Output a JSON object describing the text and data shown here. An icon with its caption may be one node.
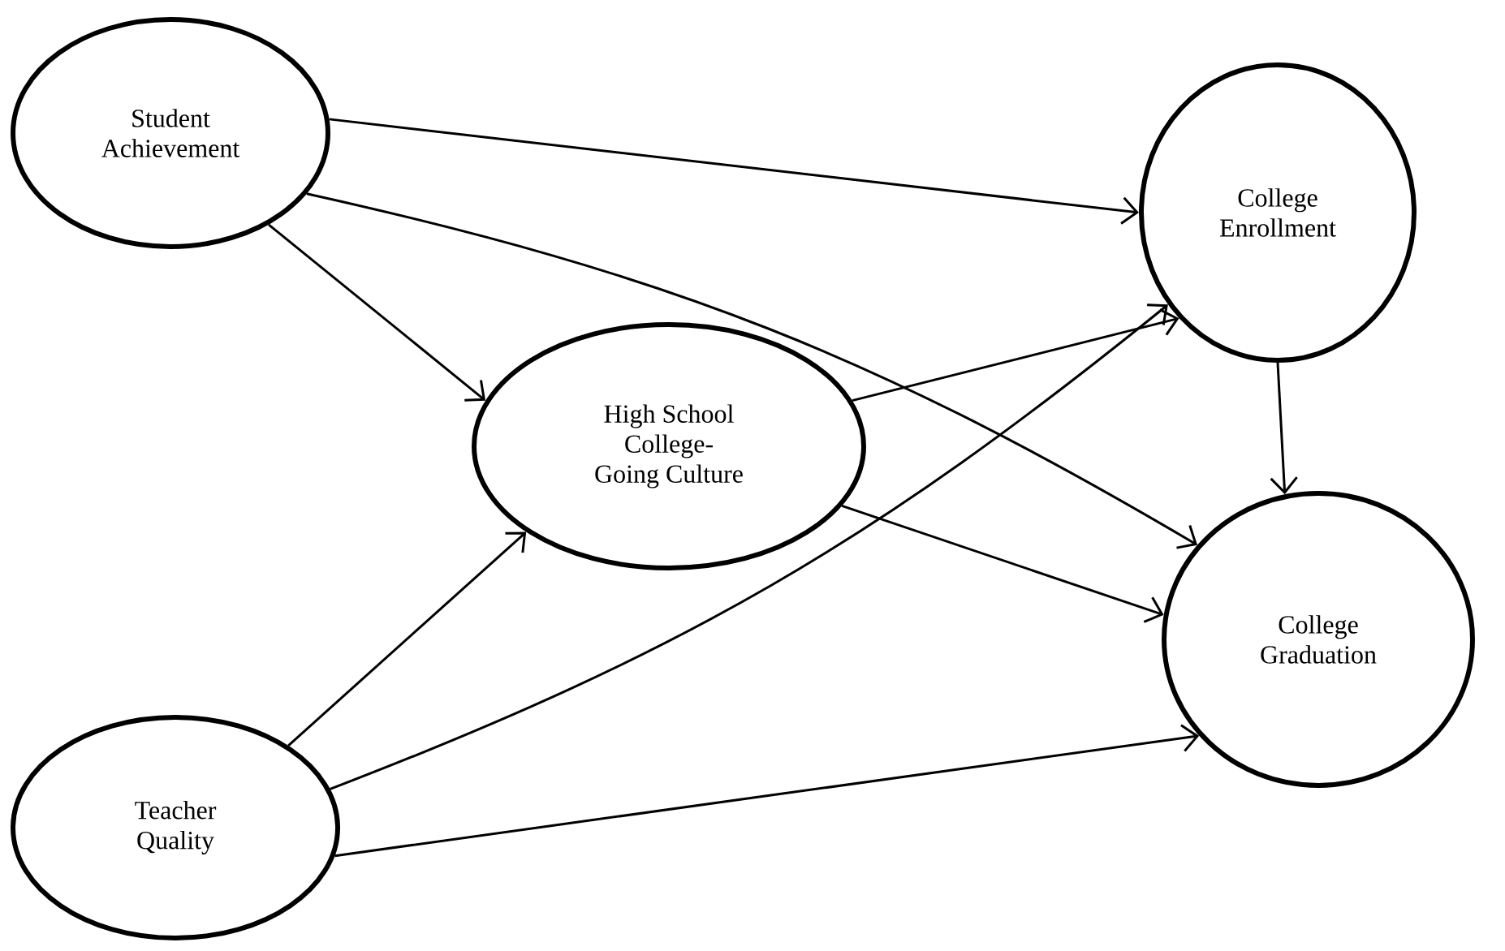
{
  "diagram": {
    "nodes": [
      {
        "text": [
          "Student Achievement"
        ]
      },
      {
        "text": [
          "College Enrollment"
        ]
      },
      {
        "text": [
          "High School College- Going Culture"
        ]
      },
      {
        "text": [
          "College Graduation"
        ]
      },
      {
        "text": [
          "Teacher Quality"
        ]
      }
    ],
    "edges": [
      {
        "from": 0,
        "to": 1,
        "arrow": "to"
      },
      {
        "from": 0,
        "to": 3,
        "arrow": "to"
      },
      {
        "from": 0,
        "to": 2,
        "arrow": "to"
      },
      {
        "from": 2,
        "to": 1,
        "arrow": "to"
      },
      {
        "from": 2,
        "to": 3,
        "arrow": "to"
      },
      {
        "from": 4,
        "to": 2,
        "arrow": "to"
      },
      {
        "from": 4,
        "to": 1,
        "arrow": "to"
      },
      {
        "from": 4,
        "to": 3,
        "arrow": "to"
      },
      {
        "from": 1,
        "to": 3,
        "arrow": "to"
      }
    ]
  }
}
